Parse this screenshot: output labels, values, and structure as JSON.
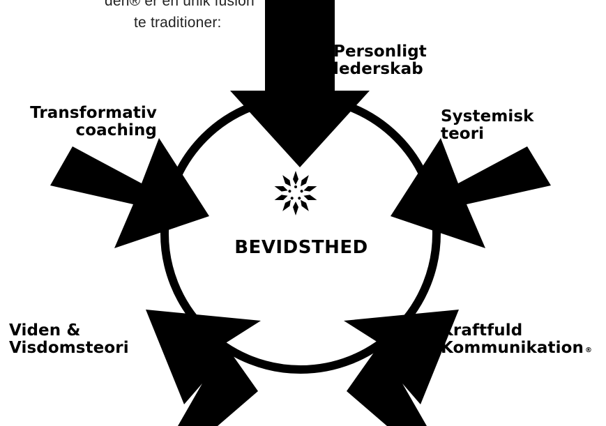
{
  "intro": {
    "line1": "den® er en unik fusion",
    "line2": "te traditioner:"
  },
  "center": {
    "label": "BEVIDSTHED",
    "icon": "sunburst-logo-icon"
  },
  "traditions": [
    {
      "line1": "Personligt",
      "line2": "lederskab"
    },
    {
      "line1": "Systemisk",
      "line2": "teori"
    },
    {
      "line1": "Kraftfuld",
      "line2": "Kommunikation",
      "mark": "®"
    },
    {
      "line1": "Viden &",
      "line2": "Visdomsteori"
    },
    {
      "line1": "Transformativ",
      "line2": "coaching"
    }
  ],
  "colors": {
    "ink": "#000000",
    "background": "#ffffff"
  }
}
